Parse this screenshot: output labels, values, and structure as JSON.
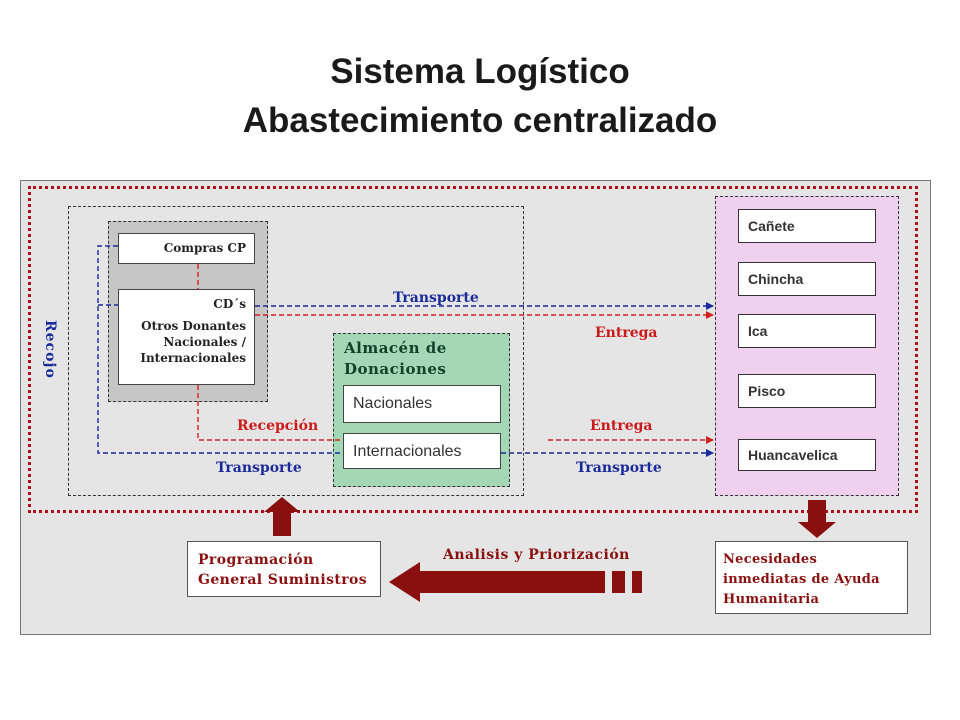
{
  "title": {
    "line1": "Sistema Logístico",
    "line2": "Abastecimiento centralizado"
  },
  "sources": {
    "compras": "Compras CP",
    "cds_title": "CD´s",
    "cds_line2": "Otros Donantes",
    "cds_line3": "Nacionales /",
    "cds_line4": "Internacionales",
    "recojo": "Recojo"
  },
  "almacen": {
    "title": "Almacén de Donaciones",
    "nacionales": "Nacionales",
    "internacionales": "Internacionales"
  },
  "flows": {
    "transporte_top": "Transporte",
    "entrega_top": "Entrega",
    "recepcion": "Recepción",
    "entrega_mid": "Entrega",
    "transporte_left": "Transporte",
    "transporte_right": "Transporte",
    "analisis": "Analisis y Priorización"
  },
  "destinations": [
    "Cañete",
    "Chincha",
    "Ica",
    "Pisco",
    "Huancavelica"
  ],
  "programacion": {
    "line1": "Programación",
    "line2": "General  Suministros"
  },
  "necesidades": {
    "line1": "Necesidades",
    "line2": "inmediatas de Ayuda",
    "line3": "Humanitaria"
  },
  "colors": {
    "panel": "#e5e5e5",
    "frame": "#b0101a",
    "almacen": "#a3d7b6",
    "destinations_zone": "#efd1ef",
    "blue_flow": "#1a2a9a",
    "red_flow": "#d42020",
    "big_arrow": "#8a0f0f"
  }
}
